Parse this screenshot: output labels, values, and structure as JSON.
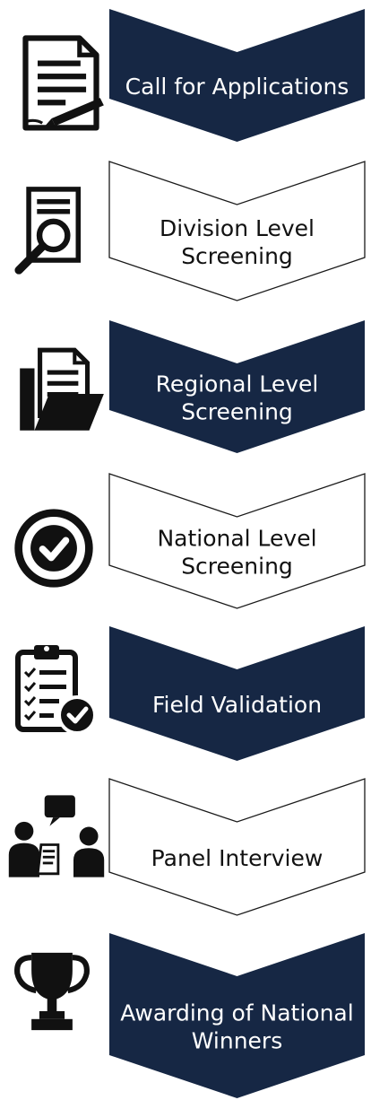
{
  "colors": {
    "dark": "#162744",
    "light": "#ffffff",
    "outline": "#1a1a1a"
  },
  "steps": [
    {
      "lines": [
        "Call for Applications"
      ],
      "style": "dark",
      "icon": "document-pen-icon"
    },
    {
      "lines": [
        "Division Level",
        "Screening"
      ],
      "style": "light",
      "icon": "magnify-document-icon"
    },
    {
      "lines": [
        "Regional Level",
        "Screening"
      ],
      "style": "dark",
      "icon": "folder-documents-icon"
    },
    {
      "lines": [
        "National Level",
        "Screening"
      ],
      "style": "light",
      "icon": "check-circle-icon"
    },
    {
      "lines": [
        "Field Validation"
      ],
      "style": "dark",
      "icon": "clipboard-check-icon"
    },
    {
      "lines": [
        "Panel Interview"
      ],
      "style": "light",
      "icon": "interview-people-icon"
    },
    {
      "lines": [
        "Awarding of National",
        "Winners"
      ],
      "style": "dark",
      "icon": "trophy-icon"
    }
  ]
}
